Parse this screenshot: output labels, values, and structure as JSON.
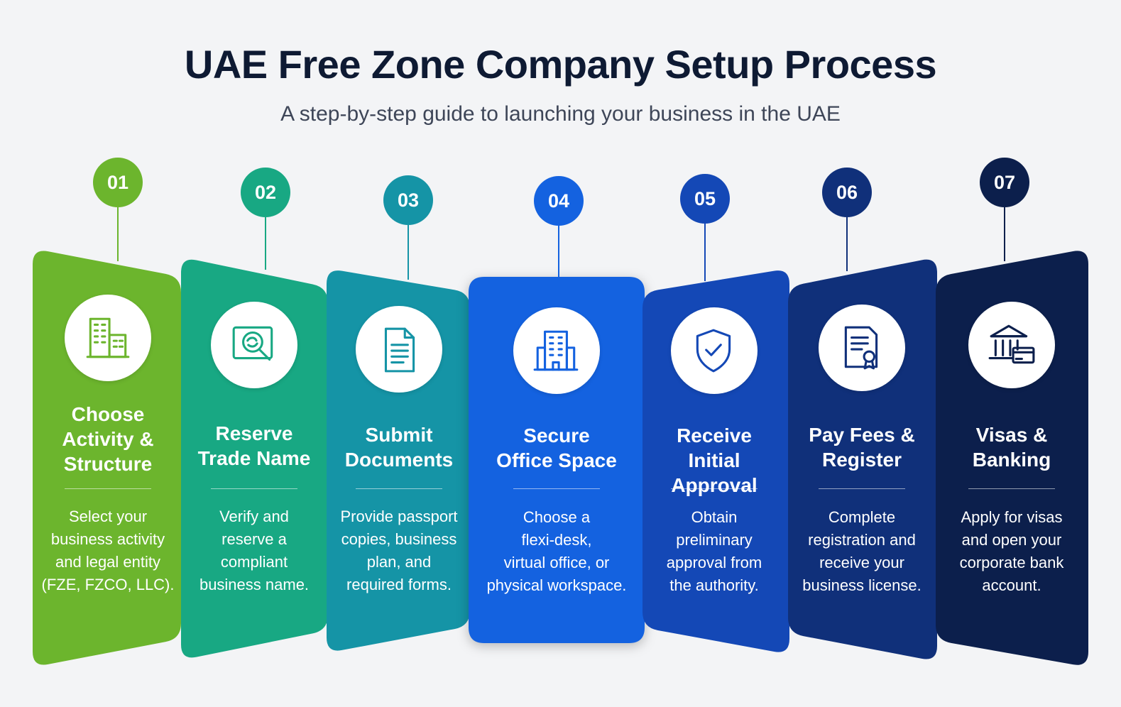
{
  "header": {
    "title": "UAE Free Zone Company Setup Process",
    "subtitle": "A step-by-step guide to launching your business in the UAE"
  },
  "steps": [
    {
      "number": "01",
      "title": [
        "Choose",
        "Activity &",
        "Structure"
      ],
      "description": [
        "Select your",
        "business activity",
        "and legal entity",
        "(FZE, FZCO, LLC)."
      ],
      "icon": "building-icon",
      "color": "#6cb52d"
    },
    {
      "number": "02",
      "title": [
        "Reserve",
        "Trade Name"
      ],
      "description": [
        "Verify and",
        "reserve a",
        "compliant",
        "business name."
      ],
      "icon": "name-search-icon",
      "color": "#18a883"
    },
    {
      "number": "03",
      "title": [
        "Submit",
        "Documents"
      ],
      "description": [
        "Provide passport",
        "copies, business",
        "plan, and",
        "required forms."
      ],
      "icon": "document-icon",
      "color": "#1594a6"
    },
    {
      "number": "04",
      "title": [
        "Secure",
        "Office Space"
      ],
      "description": [
        "Choose a",
        "flexi-desk,",
        "virtual office, or",
        "physical workspace."
      ],
      "icon": "office-building-icon",
      "color": "#1462e0"
    },
    {
      "number": "05",
      "title": [
        "Receive",
        "Initial Approval"
      ],
      "description": [
        "Obtain",
        "preliminary",
        "approval from",
        "the authority."
      ],
      "icon": "shield-check-icon",
      "color": "#1448b6"
    },
    {
      "number": "06",
      "title": [
        "Pay Fees &",
        "Register"
      ],
      "description": [
        "Complete",
        "registration and",
        "receive your",
        "business license."
      ],
      "icon": "certificate-icon",
      "color": "#10307a"
    },
    {
      "number": "07",
      "title": [
        "Visas &",
        "Banking"
      ],
      "description": [
        "Apply for visas",
        "and open your",
        "corporate bank",
        "account."
      ],
      "icon": "bank-card-icon",
      "color": "#0c1f4c"
    }
  ]
}
